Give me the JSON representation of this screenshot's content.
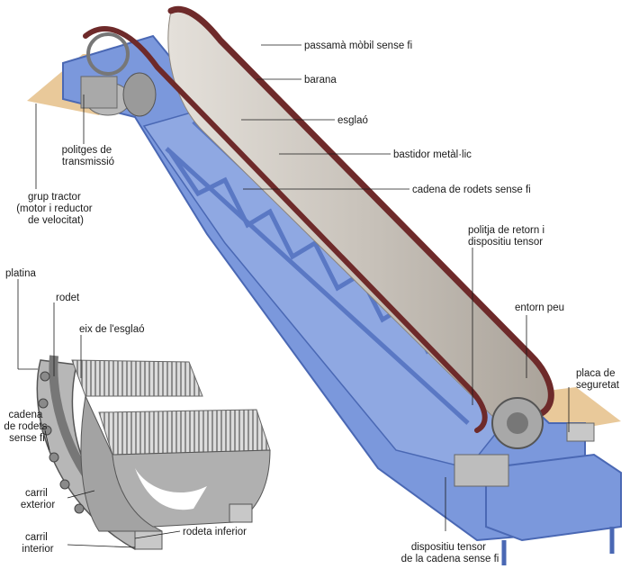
{
  "labels": {
    "passama": "passamà mòbil sense fi",
    "barana": "barana",
    "esglao": "esglaó",
    "bastidor": "bastidor metàl·lic",
    "cadena": "cadena de rodets sense fi",
    "politges": [
      "politges de",
      "transmissió"
    ],
    "grup": [
      "grup tractor",
      "(motor i reductor",
      "de velocitat)"
    ],
    "politja": [
      "politja de retorn i",
      "dispositiu tensor"
    ],
    "entorn": "entorn peu",
    "placa": [
      "placa de",
      "seguretat"
    ],
    "platina": "platina",
    "rodet": "rodet",
    "eix": "eix de l'esglaó",
    "cadena_det": [
      "cadena",
      "de rodets",
      "sense fi"
    ],
    "carril_ext": [
      "carril",
      "exterior"
    ],
    "carril_int": [
      "carril",
      "interior"
    ],
    "rodeta": "rodeta inferior",
    "tensor": [
      "dispositiu tensor",
      "de la cadena sense fi"
    ]
  },
  "colors": {
    "frame": "#6f8fd6",
    "frame_dark": "#4a68b4",
    "handrail": "#6e2a2a",
    "balustrade": "#cfcac3",
    "step": "#e2e2e2",
    "floor": "#e9c99a",
    "leader": "#1a1a1a"
  }
}
